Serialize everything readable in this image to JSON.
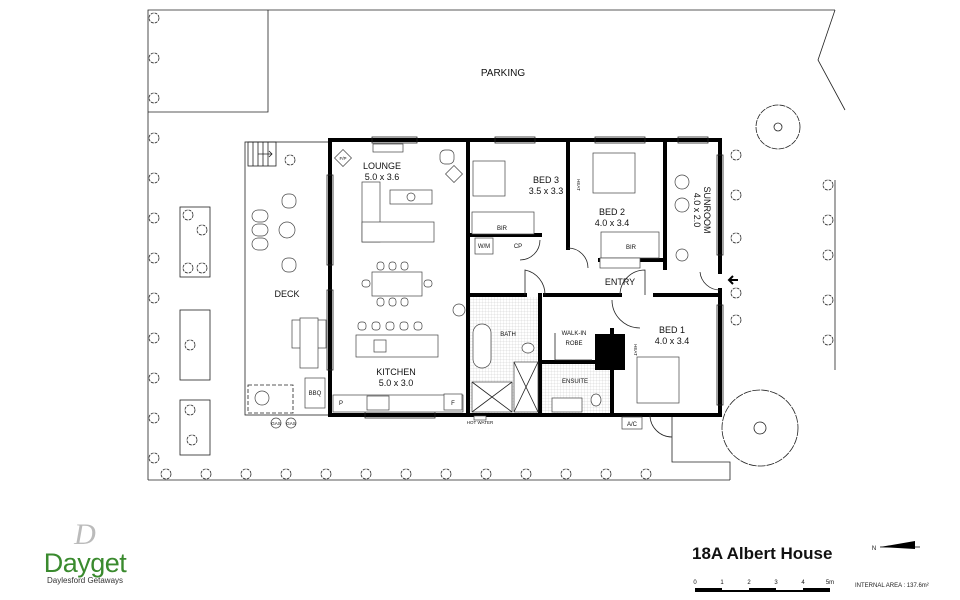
{
  "title": "18A Albert House",
  "internal_area": "INTERNAL AREA : 137.6m²",
  "logo": {
    "monogram": "D",
    "brand": "Dayget",
    "tagline": "Daylesford Getaways",
    "brand_color": "#3a8a2e"
  },
  "north_label": "N",
  "scale": {
    "ticks": [
      "0",
      "1",
      "2",
      "3",
      "4",
      "5m"
    ]
  },
  "areas": {
    "parking": "PARKING",
    "deck": "DECK",
    "entry": "ENTRY"
  },
  "rooms": {
    "lounge": {
      "name": "LOUNGE",
      "size": "5.0 x 3.6"
    },
    "kitchen": {
      "name": "KITCHEN",
      "size": "5.0 x 3.0"
    },
    "bed3": {
      "name": "BED 3",
      "size": "3.5 x 3.3"
    },
    "bed2": {
      "name": "BED 2",
      "size": "4.0 x 3.4"
    },
    "sunroom": {
      "name": "SUNROOM",
      "size": "4.0 x 2.0"
    },
    "bed1": {
      "name": "BED 1",
      "size": "4.0 x 3.4"
    },
    "bath": {
      "name": "BATH"
    },
    "walkin": {
      "name1": "WALK-IN",
      "name2": "ROBE"
    },
    "ensuite": {
      "name": "ENSUITE"
    }
  },
  "fixtures": {
    "bir": "BIR",
    "wm": "W/M",
    "cp": "CP",
    "heat": "HEAT",
    "bbq": "BBQ",
    "pantry": "P",
    "fridge": "F",
    "fireplace": "F/P",
    "gas": "GAS",
    "hot_water": "HOT WATER",
    "ac": "A/C"
  }
}
